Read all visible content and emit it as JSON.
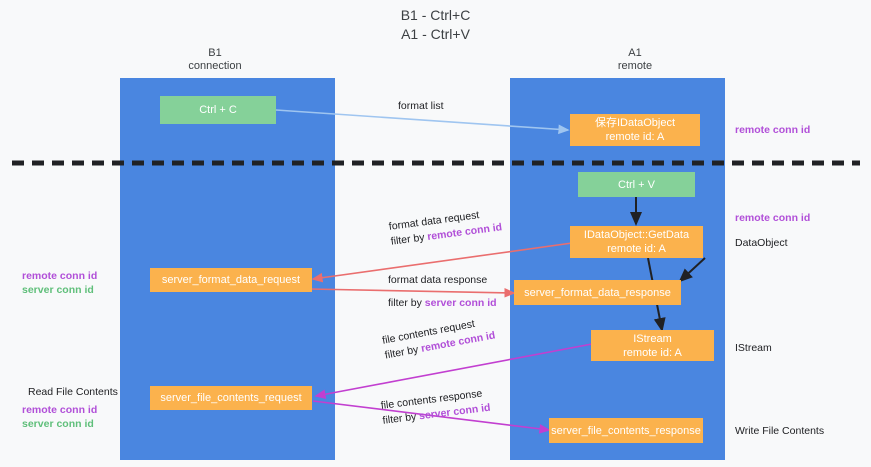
{
  "title": "B1 - Ctrl+C\nA1 - Ctrl+V",
  "lanes": [
    {
      "id": "b1",
      "title": "B1\nconnection"
    },
    {
      "id": "a1",
      "title": "A1\nremote"
    }
  ],
  "nodes": {
    "ctrl_c": "Ctrl + C",
    "save_idataobject": "保存IDataObject\nremote id: A",
    "ctrl_v": "Ctrl + V",
    "idataobject_getdata": "IDataObject::GetData\nremote id: A",
    "server_format_data_request": "server_format_data_request",
    "server_format_data_response": "server_format_data_response",
    "istream": "IStream\nremote id: A",
    "server_file_contents_request": "server_file_contents_request",
    "server_file_contents_response": "server_file_contents_response"
  },
  "edge_labels": {
    "format_list": "format list",
    "format_data_request": "format data request",
    "format_data_request_filter_prefix": "filter by ",
    "format_data_request_filter_key": "remote conn id",
    "format_data_response": "format data response",
    "format_data_response_filter_prefix": "filter by ",
    "format_data_response_filter_key": "server conn id",
    "file_contents_request": "file contents request",
    "file_contents_request_filter_prefix": "filter by ",
    "file_contents_request_filter_key": "remote conn id",
    "file_contents_response": "file contents response",
    "file_contents_response_filter_prefix": "filter by ",
    "file_contents_response_filter_key": "server conn id"
  },
  "annotations": {
    "remote_conn_id_top": "remote conn id",
    "remote_conn_id_mid": "remote conn id",
    "dataobject": "DataObject",
    "istream_label": "IStream",
    "read_file_contents": "Read File Contents",
    "legend_remote_conn_id": "remote conn id",
    "legend_server_conn_id": "server conn id",
    "write_file_contents": "Write File Contents"
  },
  "colors": {
    "lane": "#4a86e0",
    "green_node": "#85d199",
    "orange_node": "#fbb24d",
    "purple": "#b14fd8",
    "green_text": "#5fbf7a",
    "arrow_blue": "#9fc5f0",
    "arrow_red": "#ea6e6e",
    "arrow_magenta": "#c23fd0",
    "arrow_black": "#202124",
    "background": "#f8f9fa"
  }
}
